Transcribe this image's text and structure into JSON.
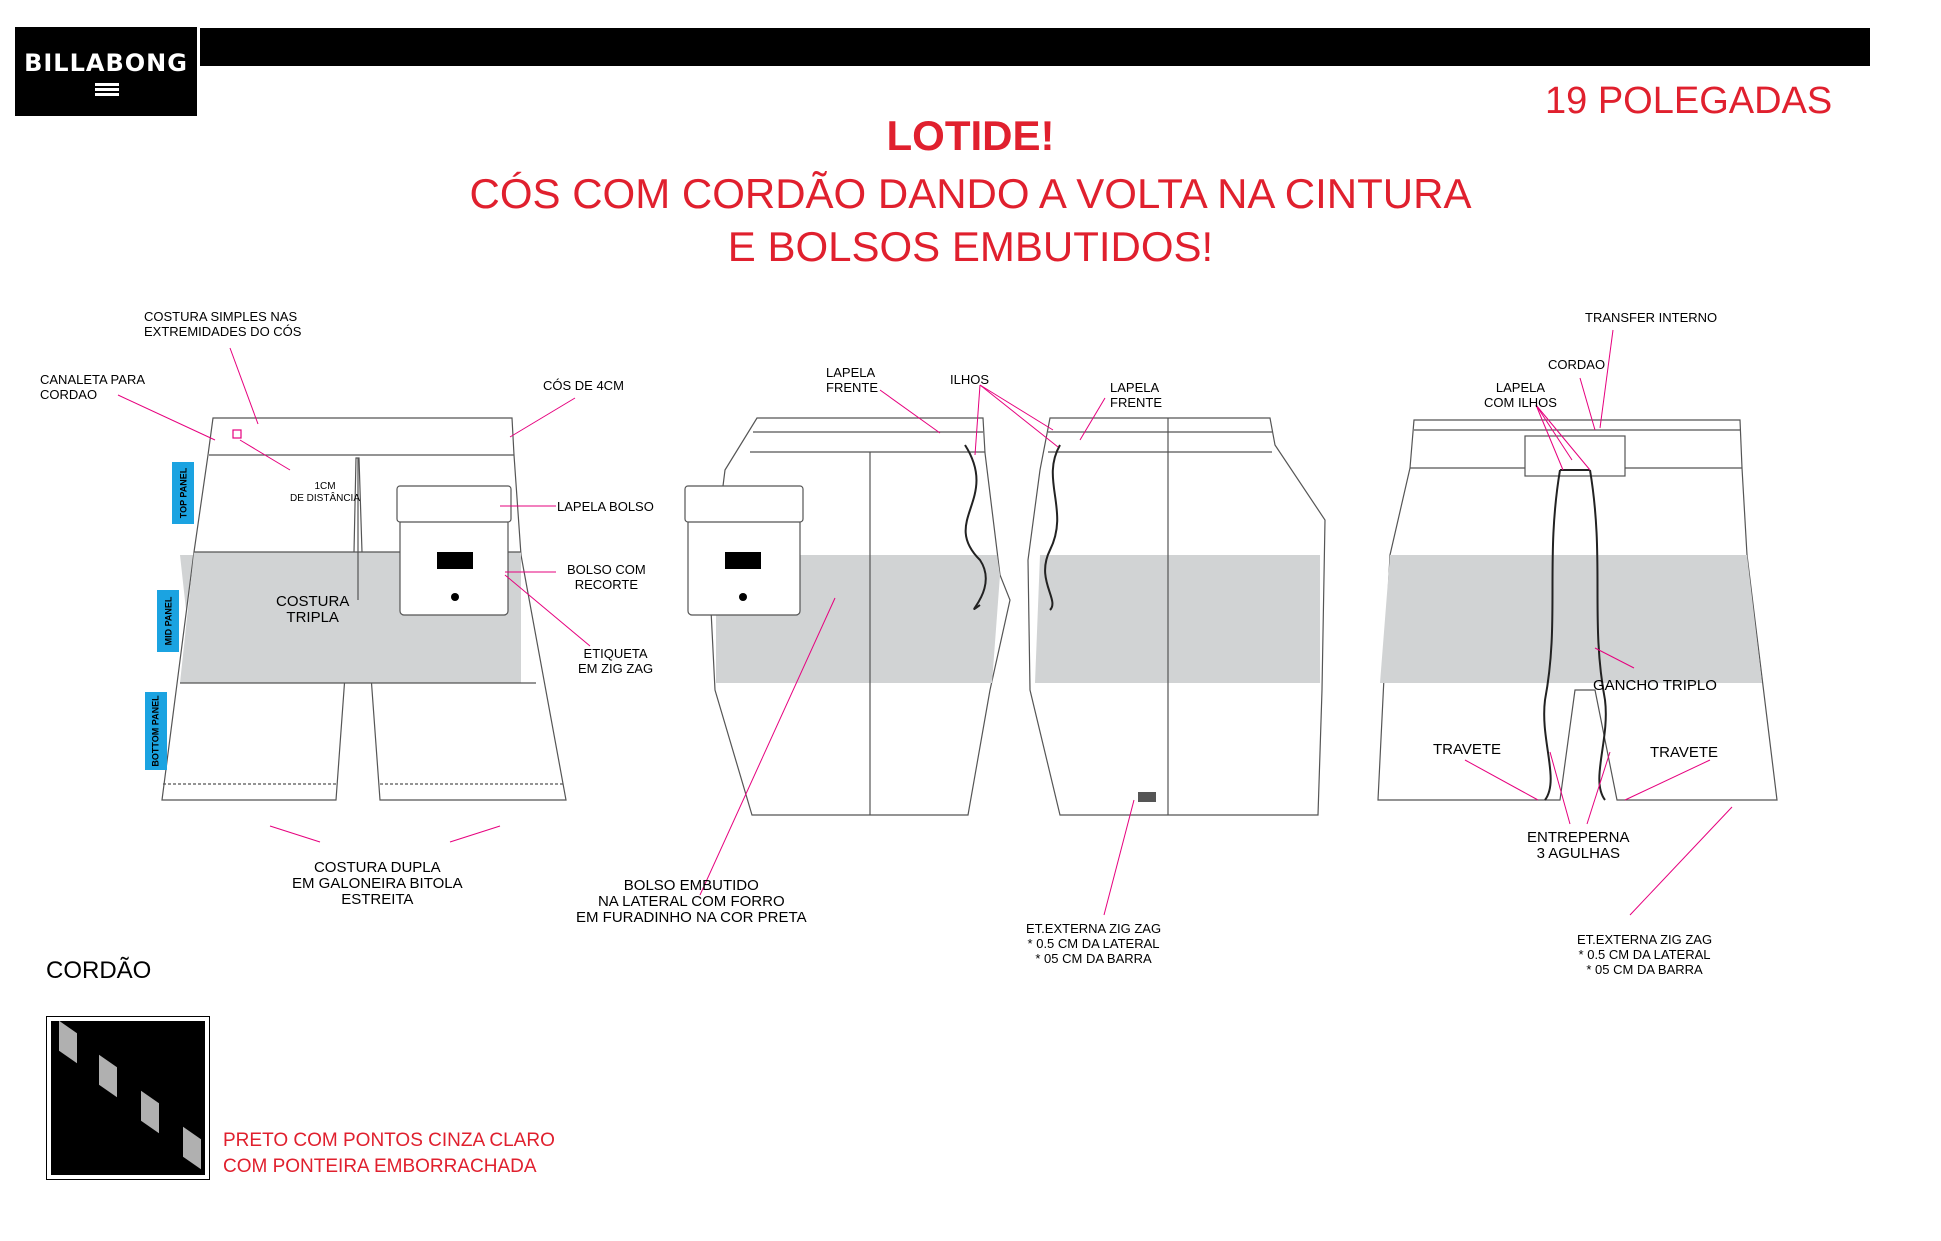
{
  "brand": {
    "name": "BILLABONG"
  },
  "size_label": "19 POLEGADAS",
  "heading": {
    "line1": "LOTIDE!",
    "line2": "CÓS COM CORDÃO DANDO A VOLTA NA CINTURA",
    "line3": "E BOLSOS EMBUTIDOS!"
  },
  "panels": {
    "top": "TOP PANEL",
    "mid": "MID PANEL",
    "bottom": "BOTTOM PANEL"
  },
  "labels": {
    "costura_simples": [
      "COSTURA SIMPLES NAS",
      "EXTREMIDADES DO CÓS"
    ],
    "canaleta": [
      "CANALETA PARA",
      "CORDAO"
    ],
    "cos_4cm": "CÓS DE 4CM",
    "distancia": [
      "1CM",
      "DE DISTÂNCIA"
    ],
    "costura_tripla": [
      "COSTURA",
      "TRIPLA"
    ],
    "lapela_bolso": "LAPELA BOLSO",
    "bolso_recorte": [
      "BOLSO COM",
      "RECORTE"
    ],
    "etiqueta": [
      "ETIQUETA",
      "EM ZIG ZAG"
    ],
    "costura_dupla": [
      "COSTURA DUPLA",
      "EM GALONEIRA BITOLA",
      "ESTREITA"
    ],
    "lapela_frente_left": [
      "LAPELA",
      "FRENTE"
    ],
    "ilhos": "ILHOS",
    "lapela_frente_right": [
      "LAPELA",
      "FRENTE"
    ],
    "bolso_embutido": [
      "BOLSO EMBUTIDO",
      "NA LATERAL COM FORRO",
      "EM FURADINHO NA COR PRETA"
    ],
    "et_externa_mid": [
      "ET.EXTERNA ZIG ZAG",
      "* 0.5 CM DA LATERAL",
      "* 05 CM DA BARRA"
    ],
    "transfer_interno": "TRANSFER INTERNO",
    "cordao": "CORDAO",
    "lapela_ilhos": [
      "LAPELA",
      "COM ILHOS"
    ],
    "gancho_triplo": "GANCHO TRIPLO",
    "travete_left": "TRAVETE",
    "travete_right": "TRAVETE",
    "entreperna": [
      "ENTREPERNA",
      "3 AGULHAS"
    ],
    "et_externa_right": [
      "ET.EXTERNA ZIG ZAG",
      "* 0.5 CM DA LATERAL",
      "* 05 CM DA BARRA"
    ]
  },
  "cordao_section": {
    "title": "CORDÃO",
    "desc_line1": "PRETO COM PONTOS CINZA CLARO",
    "desc_line2": "COM PONTEIRA EMBORRACHADA"
  },
  "colors": {
    "accent_red": "#e0202e",
    "leader_pink": "#e6007e",
    "panel_grey": "#d1d3d4",
    "panel_tag_blue": "#1ba3e1"
  }
}
